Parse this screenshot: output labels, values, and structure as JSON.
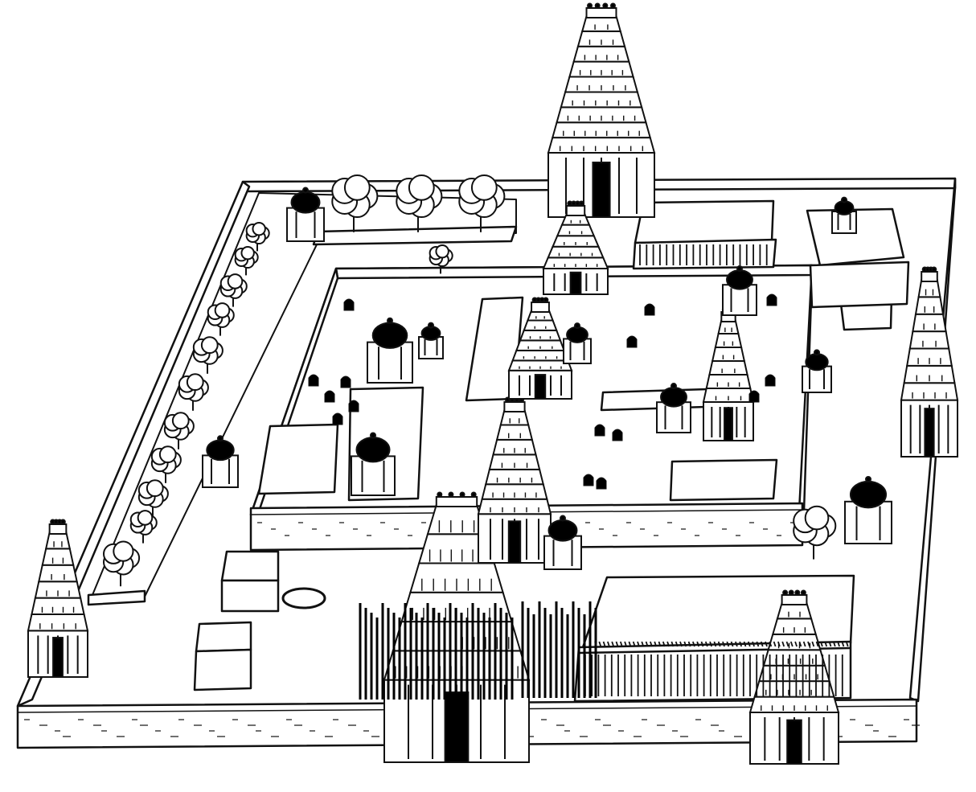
{
  "colors": {
    "ink": "#111111",
    "paper": "#ffffff",
    "shade": "#000000"
  },
  "scene": {
    "gopurams": [
      {
        "tiers": 9
      },
      {
        "tiers": 6
      },
      {
        "tiers": 7
      },
      {
        "tiers": 7
      },
      {
        "tiers": 7
      },
      {
        "tiers": 6
      },
      {
        "tiers": 6
      }
    ],
    "trees": 16,
    "shrines": 12
  }
}
